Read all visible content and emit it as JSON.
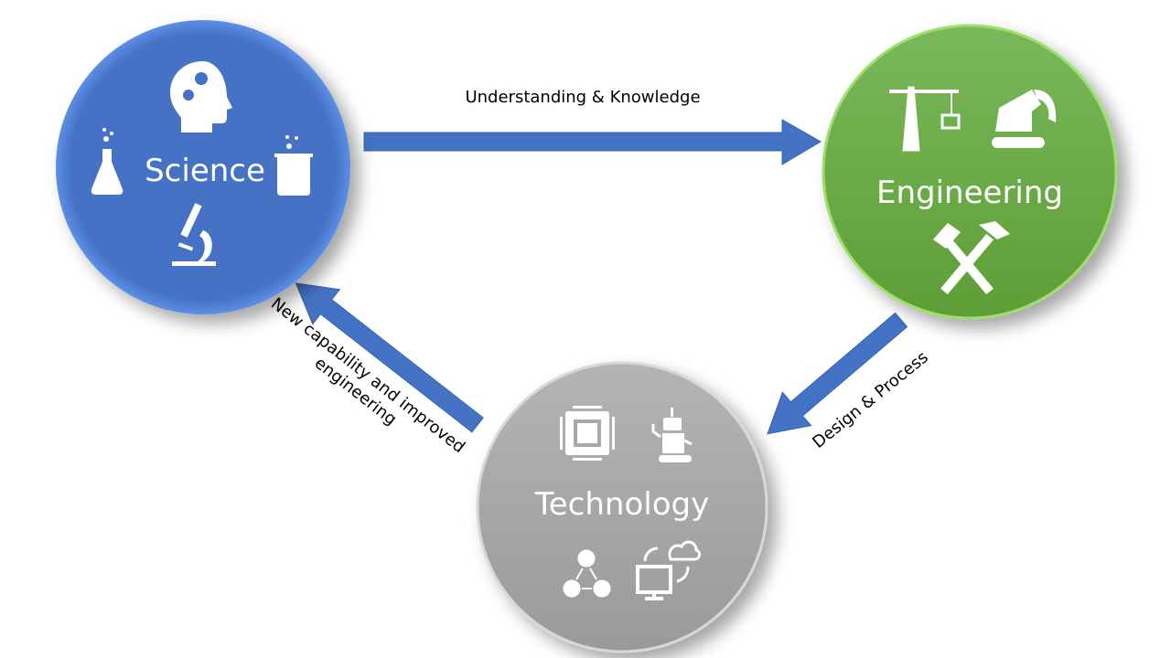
{
  "nodes": {
    "science": {
      "label": "Science",
      "color": "#4472C4"
    },
    "engineering": {
      "label": "Engineering",
      "color": "#70AD47"
    },
    "technology": {
      "label": "Technology",
      "color": "#A5A5A5"
    }
  },
  "edges": [
    {
      "from": "science",
      "to": "engineering",
      "label": "Understanding &  Knowledge"
    },
    {
      "from": "engineering",
      "to": "technology",
      "label": "Design & Process"
    },
    {
      "from": "technology",
      "to": "science",
      "label_line1": "New capability and improved",
      "label_line2": "engineering"
    }
  ],
  "arrow_color": "#4472C4"
}
